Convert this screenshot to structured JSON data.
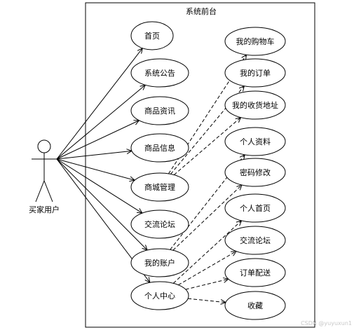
{
  "system": {
    "title": "系统前台"
  },
  "actor": {
    "label": "买家用户"
  },
  "left_usecases": [
    {
      "key": "home",
      "label": "首页"
    },
    {
      "key": "announcement",
      "label": "系统公告"
    },
    {
      "key": "news",
      "label": "商品资讯"
    },
    {
      "key": "product-info",
      "label": "商品信息"
    },
    {
      "key": "mall-management",
      "label": "商城管理"
    },
    {
      "key": "forum",
      "label": "交流论坛"
    },
    {
      "key": "my-account",
      "label": "我的账户"
    },
    {
      "key": "personal-center",
      "label": "个人中心"
    }
  ],
  "right_usecases": [
    {
      "key": "cart",
      "label": "我的购物车"
    },
    {
      "key": "orders",
      "label": "我的订单"
    },
    {
      "key": "address",
      "label": "我的收货地址"
    },
    {
      "key": "profile",
      "label": "个人资料"
    },
    {
      "key": "password",
      "label": "密码修改"
    },
    {
      "key": "personal-home",
      "label": "个人首页"
    },
    {
      "key": "forum-sub",
      "label": "交流论坛"
    },
    {
      "key": "order-delivery",
      "label": "订单配送"
    },
    {
      "key": "favorites",
      "label": "收藏"
    }
  ],
  "dependencies": [
    {
      "from": "mall-management",
      "to": "cart"
    },
    {
      "from": "mall-management",
      "to": "orders"
    },
    {
      "from": "mall-management",
      "to": "address"
    },
    {
      "from": "my-account",
      "to": "profile"
    },
    {
      "from": "my-account",
      "to": "password"
    },
    {
      "from": "personal-center",
      "to": "personal-home"
    },
    {
      "from": "personal-center",
      "to": "forum-sub"
    },
    {
      "from": "personal-center",
      "to": "order-delivery"
    },
    {
      "from": "personal-center",
      "to": "favorites"
    }
  ],
  "watermark": "CSDN @yuyuxun1"
}
